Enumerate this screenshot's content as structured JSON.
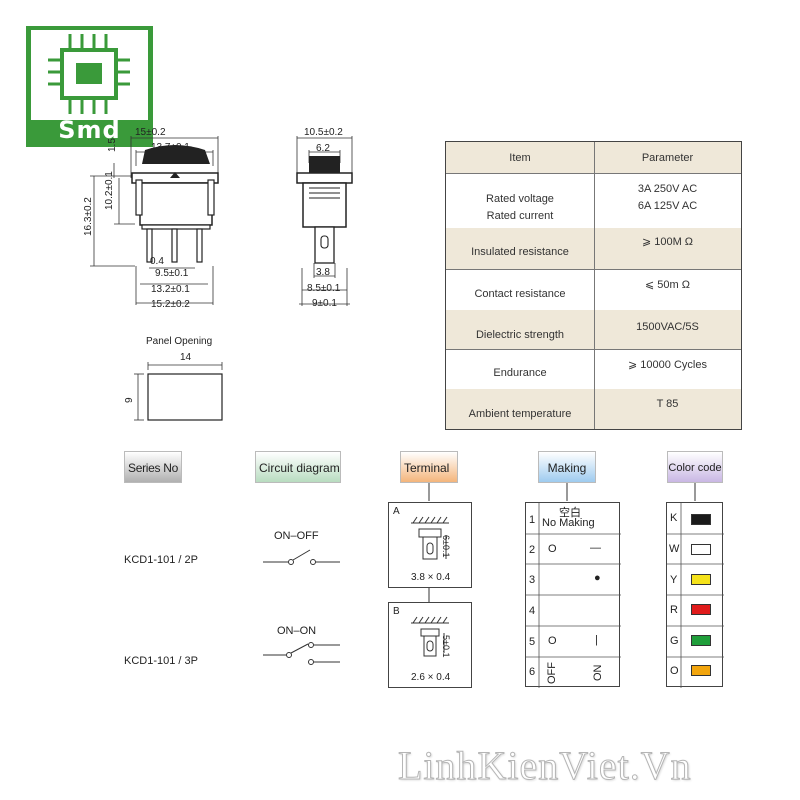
{
  "logo": {
    "text": "Smd"
  },
  "front_view": {
    "dim_width_top": "15±0.2",
    "dim_width_inner": "13.7±0.1",
    "dim_rocker_height": "1.5",
    "dim_body_height": "10.2±0.1",
    "dim_total_height": "16.3±0.2",
    "dim_pin_width": "0.4",
    "dim_pin_spacing": "9.5±0.1",
    "dim_base_width": "13.2±0.1",
    "dim_overall_width": "15.2±0.2"
  },
  "side_view": {
    "dim_top_width": "10.5±0.2",
    "dim_rocker_width": "6.2",
    "dim_terminal_width": "3.8",
    "dim_base_width": "8.5±0.1",
    "dim_overall_width": "9±0.1"
  },
  "panel_opening": {
    "label": "Panel Opening",
    "width": "14",
    "height": "9"
  },
  "spec_table": {
    "header": {
      "item": "Item",
      "parameter": "Parameter"
    },
    "rows": [
      {
        "item_lines": [
          "Rated voltage",
          "Rated current"
        ],
        "param_lines": [
          "3A 250V AC",
          "6A 125V AC"
        ]
      },
      {
        "item_lines": [
          "Insulated resistance"
        ],
        "param_lines": [
          "⩾ 100M Ω"
        ]
      },
      {
        "item_lines": [
          "Contact resistance"
        ],
        "param_lines": [
          "⩽ 50m Ω"
        ]
      },
      {
        "item_lines": [
          "Dielectric strength"
        ],
        "param_lines": [
          "1500VAC/5S"
        ]
      },
      {
        "item_lines": [
          "Endurance"
        ],
        "param_lines": [
          "⩾ 10000 Cycles"
        ]
      },
      {
        "item_lines": [
          "Ambient temperature"
        ],
        "param_lines": [
          "T 85"
        ]
      }
    ]
  },
  "headers": {
    "series": "Series No",
    "circuit": "Circuit diagram",
    "terminal": "Terminal",
    "making": "Making",
    "color": "Color code"
  },
  "series": [
    {
      "name": "KCD1-101 / 2P",
      "circuit": "ON–OFF"
    },
    {
      "name": "KCD1-101 / 3P",
      "circuit": "ON–ON"
    }
  ],
  "terminals": [
    {
      "letter": "A",
      "dim": "3.8 × 0.4",
      "height": "6±0.1"
    },
    {
      "letter": "B",
      "dim": "2.6 × 0.4",
      "height": "5±0.1"
    }
  ],
  "making": {
    "rows": [
      {
        "num": "1",
        "top": "空白",
        "text": "No Making"
      },
      {
        "num": "2",
        "left": "O",
        "right": "—"
      },
      {
        "num": "3",
        "right": "●"
      },
      {
        "num": "4"
      },
      {
        "num": "5",
        "left": "O",
        "right": "|"
      },
      {
        "num": "6",
        "left": "OFF",
        "right": "ON"
      }
    ]
  },
  "color_codes": [
    {
      "letter": "K",
      "color": "#1a1a1a"
    },
    {
      "letter": "W",
      "color": "#ffffff"
    },
    {
      "letter": "Y",
      "color": "#f5e21a"
    },
    {
      "letter": "R",
      "color": "#e01b1b"
    },
    {
      "letter": "G",
      "color": "#1f9e3a"
    },
    {
      "letter": "O",
      "color": "#f2a50d"
    }
  ],
  "watermark": "LinhKienViet.Vn"
}
